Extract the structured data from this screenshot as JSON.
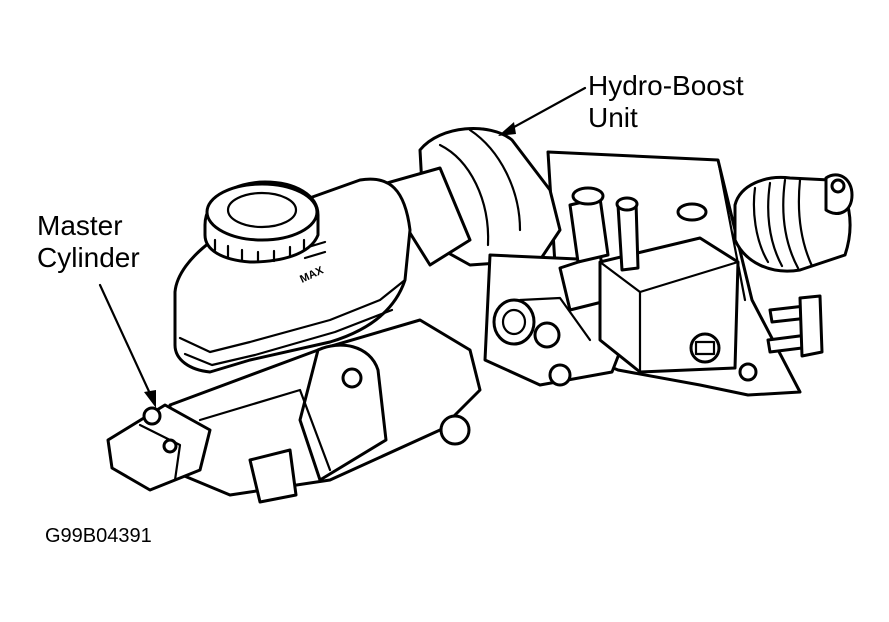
{
  "labels": {
    "hydro_boost": [
      "Hydro-Boost",
      "Unit"
    ],
    "master_cylinder": [
      "Master",
      "Cylinder"
    ]
  },
  "reservoir_marking": "MAX",
  "figure_code": "G99B04391"
}
